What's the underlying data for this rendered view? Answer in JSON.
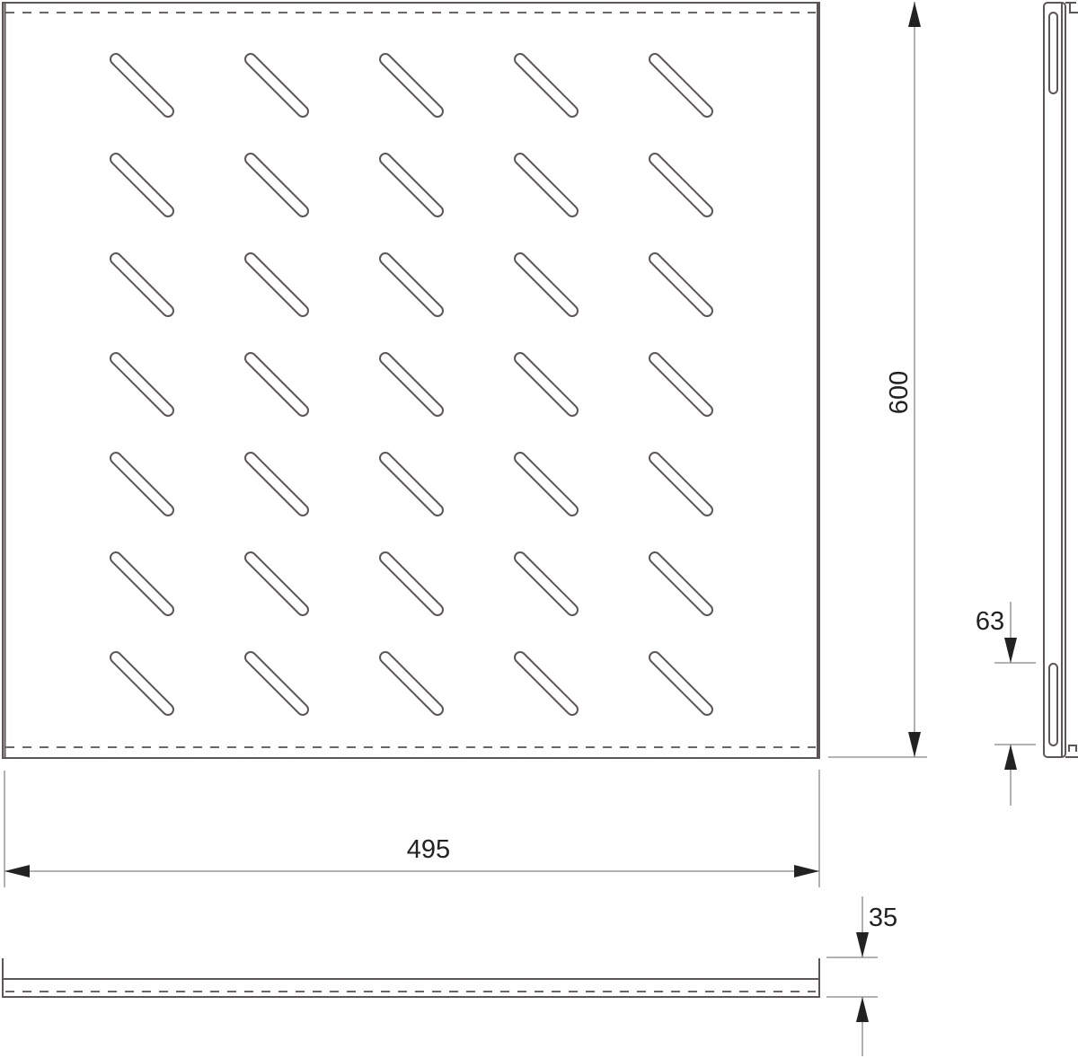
{
  "dimensions": {
    "depth": "600",
    "width": "495",
    "slot_spacing": "63",
    "height": "35"
  },
  "slot_grid": {
    "columns": 5,
    "rows": 7
  },
  "colors": {
    "line": "#5e5656",
    "arrow": "#222222"
  }
}
